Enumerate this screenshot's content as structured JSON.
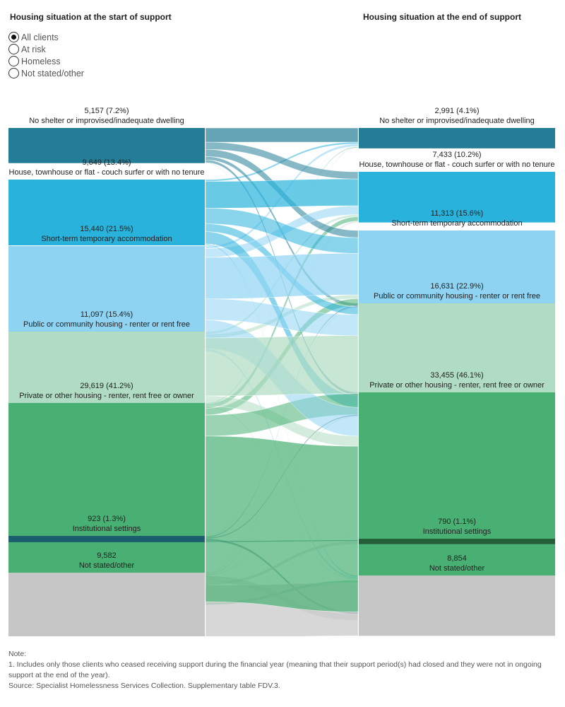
{
  "headers": {
    "left": "Housing situation at the start of support",
    "right": "Housing situation at the end of support"
  },
  "filter": {
    "options": [
      "All clients",
      "At risk",
      "Homeless",
      "Not stated/other"
    ],
    "selected": 0
  },
  "chart_data": {
    "type": "sankey",
    "colors": {
      "no_shelter": "#237d96",
      "couch_surfer": "#29b3dc",
      "short_term": "#8ed4f2",
      "public": "#afdcc2",
      "private": "#49b073",
      "institutional": "#1d5e6e",
      "not_stated": "#c6c6c6"
    },
    "sources": [
      {
        "key": "no_shelter",
        "value_label": "5,157 (7.2%)",
        "name": "No shelter or improvised/inadequate dwelling",
        "value": 5157
      },
      {
        "key": "couch_surfer",
        "value_label": "9,649 (13.4%)",
        "name": "House, townhouse or flat - couch surfer or with no tenure",
        "value": 9649
      },
      {
        "key": "short_term",
        "value_label": "15,440 (21.5%)",
        "name": "Short-term temporary accommodation",
        "value": 15440
      },
      {
        "key": "public",
        "value_label": "11,097 (15.4%)",
        "name": "Public or community housing - renter or rent free",
        "value": 11097
      },
      {
        "key": "private",
        "value_label": "29,619 (41.2%)",
        "name": "Private or other housing - renter, rent free or owner",
        "value": 29619
      },
      {
        "key": "institutional",
        "value_label": "923 (1.3%)",
        "name": "Institutional settings",
        "value": 923
      },
      {
        "key": "not_stated",
        "value_label": "9,582",
        "name": "Not stated/other",
        "value": 9582
      }
    ],
    "targets": [
      {
        "key": "no_shelter",
        "value_label": "2,991 (4.1%)",
        "name": "No shelter or improvised/inadequate dwelling",
        "value": 2991,
        "color": "#237d96"
      },
      {
        "key": "couch_surfer",
        "value_label": "7,433 (10.2%)",
        "name": "House, townhouse or flat - couch surfer or with no tenure",
        "value": 7433,
        "color": "#29b3dc"
      },
      {
        "key": "short_term",
        "value_label": "11,313 (15.6%)",
        "name": "Short-term temporary accommodation",
        "value": 11313,
        "color": "#8ed4f2"
      },
      {
        "key": "public",
        "value_label": "16,631 (22.9%)",
        "name": "Public or community housing - renter or rent free",
        "value": 16631,
        "color": "#afdcc2"
      },
      {
        "key": "private",
        "value_label": "33,455 (46.1%)",
        "name": "Private or other housing - renter, rent free or owner",
        "value": 33455,
        "color": "#49b073"
      },
      {
        "key": "institutional",
        "value_label": "790 (1.1%)",
        "name": "Institutional settings",
        "value": 790,
        "color": "#245f3a"
      },
      {
        "key": "not_stated",
        "value_label": "8,854",
        "name": "Not stated/other",
        "value": 8854,
        "color": "#c6c6c6"
      }
    ],
    "flows": [
      [
        2077,
        1056,
        1056,
        500,
        400,
        20,
        48
      ],
      [
        271,
        3922,
        2300,
        1150,
        1800,
        36,
        170
      ],
      [
        366,
        1300,
        6086,
        3100,
        4200,
        58,
        330
      ],
      [
        50,
        320,
        560,
        8500,
        1500,
        28,
        139
      ],
      [
        120,
        650,
        1000,
        3091,
        24300,
        45,
        413
      ],
      [
        30,
        60,
        160,
        170,
        320,
        170,
        13
      ],
      [
        77,
        125,
        151,
        120,
        935,
        433,
        7741
      ]
    ]
  },
  "notes": {
    "heading": "Note:",
    "line1": "1.  Includes only those clients who ceased receiving support during the financial year (meaning that their support period(s) had closed and they were not in ongoing support at the end of the year).",
    "source": "Source: Specialist Homelessness Services Collection. Supplementary table FDV.3."
  }
}
